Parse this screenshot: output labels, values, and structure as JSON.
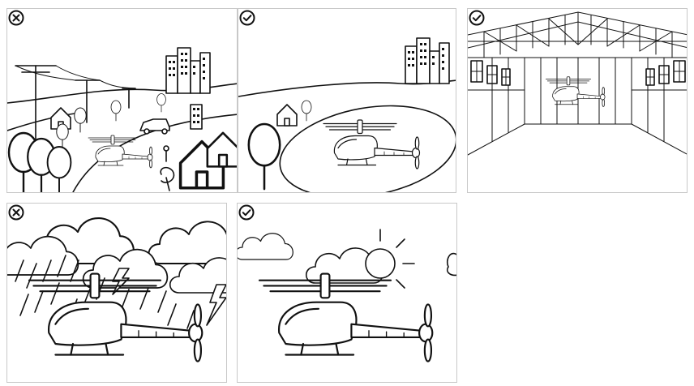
{
  "panels": [
    {
      "id": "countryside",
      "verdict": "bad",
      "verdict_icon": "x-circle-icon",
      "description": ""
    },
    {
      "id": "open-field",
      "verdict": "good",
      "verdict_icon": "check-circle-icon",
      "description": ""
    },
    {
      "id": "hangar",
      "verdict": "good",
      "verdict_icon": "check-circle-icon",
      "description": ""
    },
    {
      "id": "storm",
      "verdict": "bad",
      "verdict_icon": "x-circle-icon",
      "description": ""
    },
    {
      "id": "sunny",
      "verdict": "good",
      "verdict_icon": "check-circle-icon",
      "description": ""
    }
  ],
  "colors": {
    "line": "#111111",
    "panel_border": "#c8c8c8",
    "background": "#ffffff"
  }
}
